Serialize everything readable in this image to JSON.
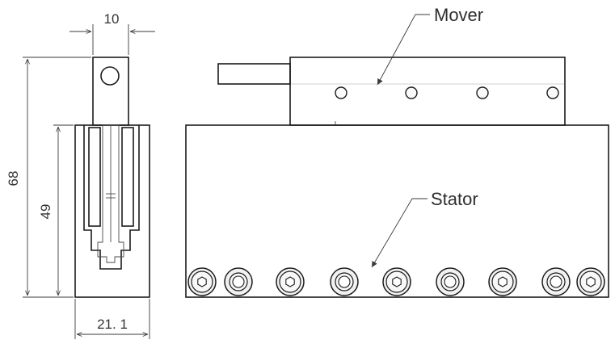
{
  "dimensions": {
    "width_top": "10",
    "height_total": "68",
    "height_stator": "49",
    "width_bottom": "21. 1"
  },
  "callouts": {
    "mover": "Mover",
    "stator": "Stator"
  },
  "colors": {
    "body_fill": "#ebebeb",
    "edge": "#1c1c1c",
    "dimension_line": "#3a3a3a"
  },
  "icons": {
    "stator_bolts": [
      "socket-screw-icon",
      "washer-hole-icon",
      "socket-screw-icon",
      "washer-hole-icon",
      "socket-screw-icon",
      "washer-hole-icon",
      "socket-screw-icon",
      "washer-hole-icon",
      "socket-screw-icon"
    ],
    "mover_holes": [
      "hole-icon",
      "hole-icon",
      "hole-icon",
      "hole-icon"
    ]
  }
}
